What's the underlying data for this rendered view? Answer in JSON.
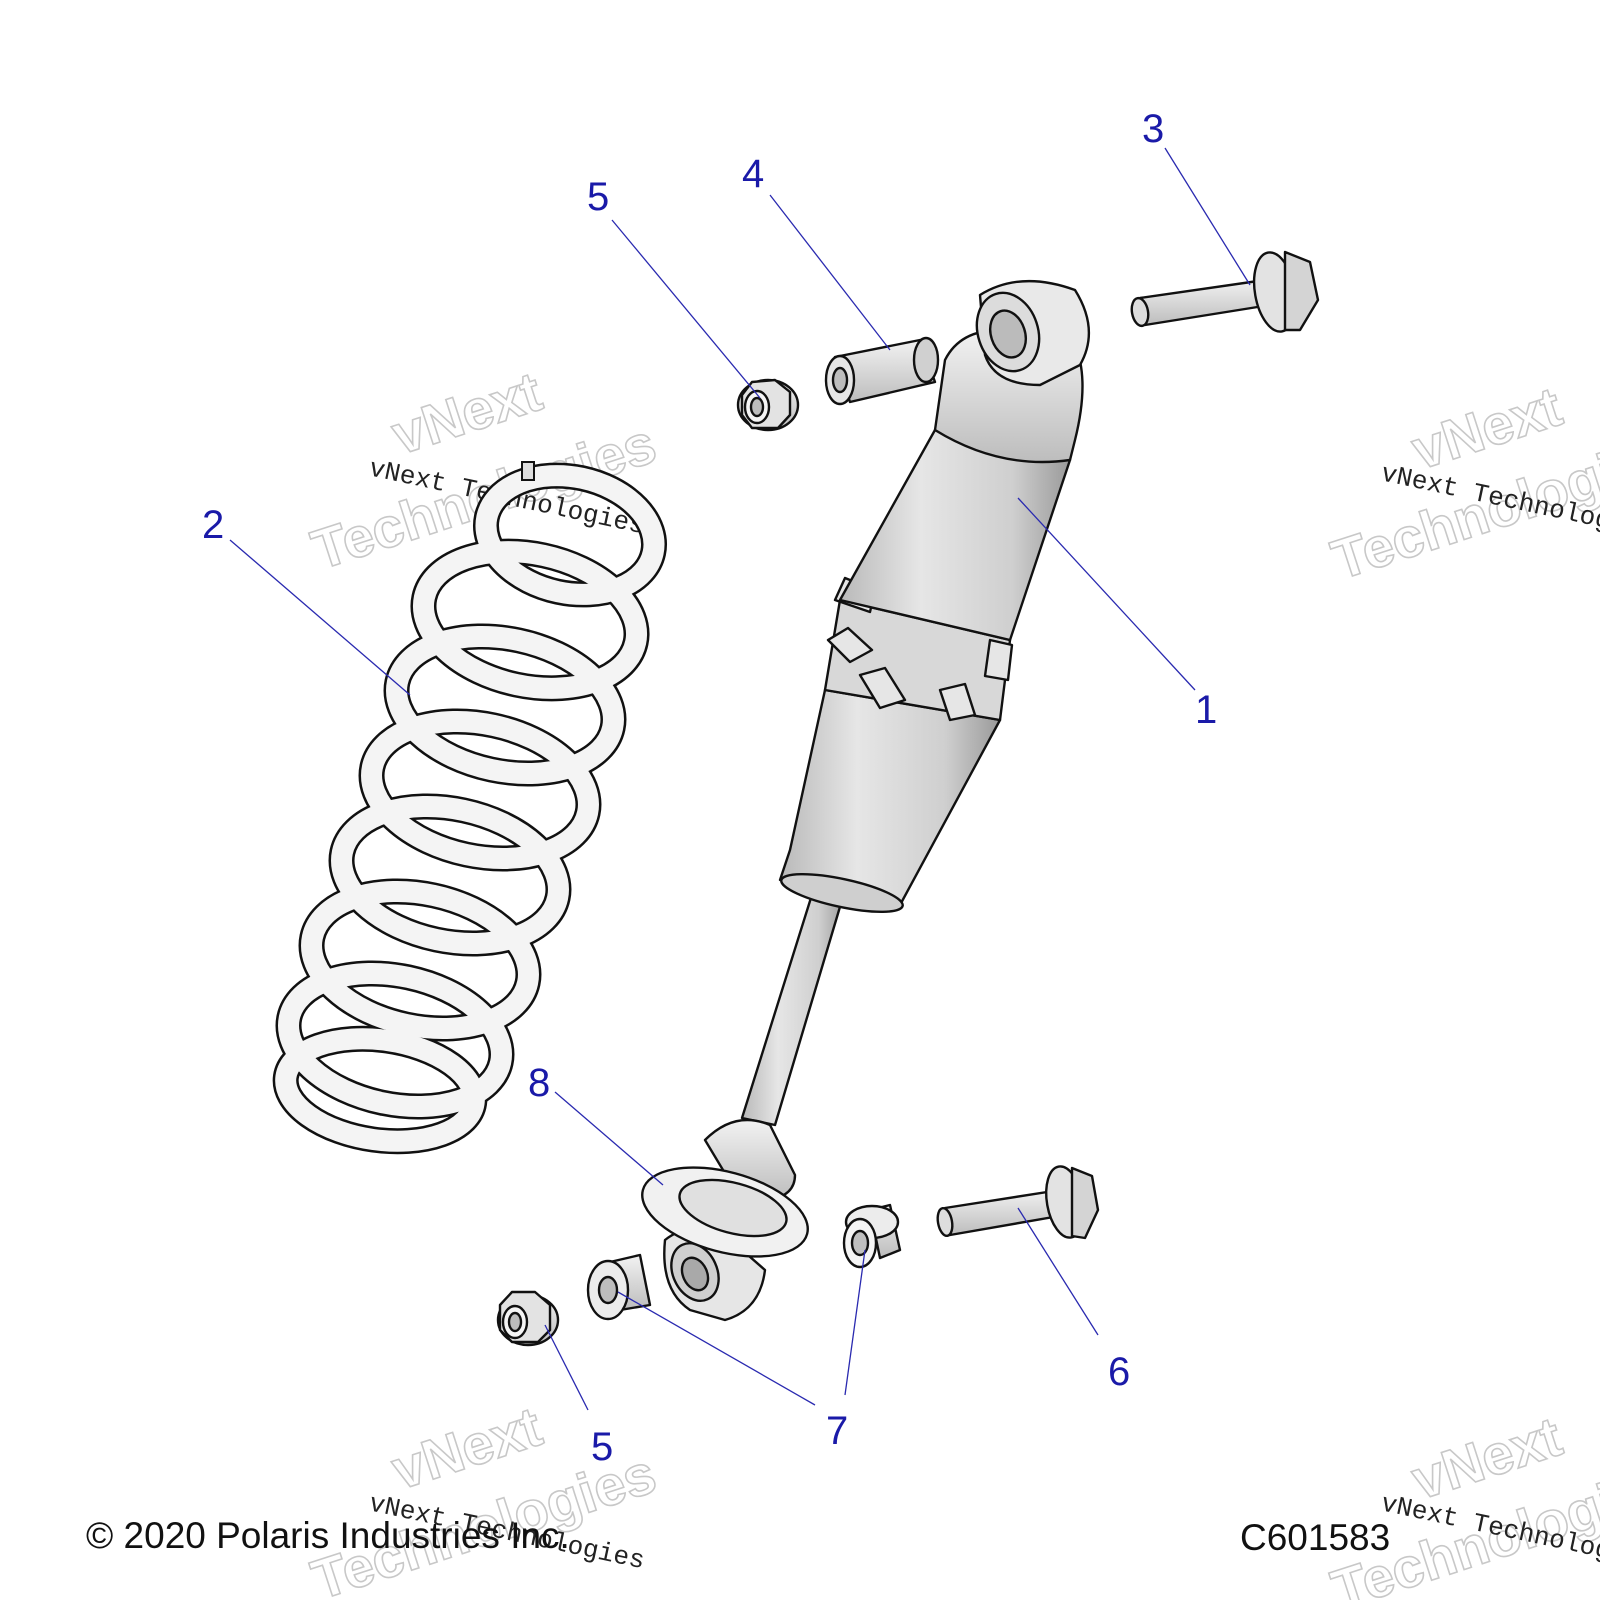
{
  "callouts": {
    "c1": "1",
    "c2": "2",
    "c3": "3",
    "c4": "4",
    "c5a": "5",
    "c5b": "5",
    "c6": "6",
    "c7": "7",
    "c8": "8"
  },
  "watermark": {
    "line1": "vNext",
    "line2": "Technologies",
    "small": "vNext Technologies"
  },
  "footer": {
    "copyright": "© 2020 Polaris Industries Inc.",
    "diagram_id": "C601583"
  }
}
